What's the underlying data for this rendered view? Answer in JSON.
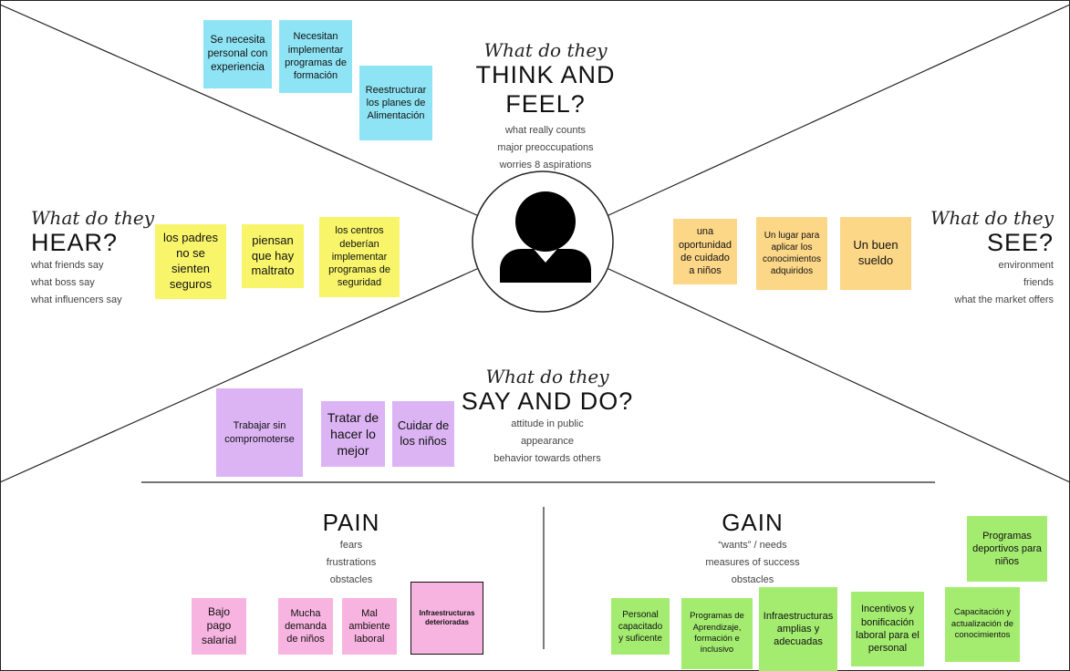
{
  "think_feel": {
    "script": "What do they",
    "title": "THINK AND FEEL?",
    "subs": [
      "what really counts",
      "major preoccupations",
      "worries 8 aspirations"
    ],
    "notes": [
      "Se necesita personal con experiencia",
      "Necesitan implementar programas de formación",
      "Reestructurar los planes de Alimentación"
    ]
  },
  "hear": {
    "script": "What do they",
    "title": "HEAR?",
    "subs": [
      "what friends say",
      "what boss say",
      "what influencers say"
    ],
    "notes": [
      "los padres no se sienten seguros",
      "piensan que hay maltrato",
      "los centros deberían implementar programas de seguridad"
    ]
  },
  "see": {
    "script": "What do they",
    "title": "SEE?",
    "subs": [
      "environment",
      "friends",
      "what the market offers"
    ],
    "notes": [
      "una oportunidad de cuidado a niños",
      "Un lugar para aplicar los conocimientos adquiridos",
      "Un buen sueldo"
    ]
  },
  "say_do": {
    "script": "What do they",
    "title": "SAY AND DO?",
    "subs": [
      "attitude in public",
      "appearance",
      "behavior towards others"
    ],
    "notes": [
      "Trabajar sin compromoterse",
      "Tratar de hacer lo mejor",
      "Cuidar de los niños"
    ]
  },
  "pain": {
    "title": "PAIN",
    "subs": [
      "fears",
      "frustrations",
      "obstacles"
    ],
    "notes": [
      "Bajo pago salarial",
      "Mucha demanda de niños",
      "Mal ambiente laboral",
      "Infraestructuras deterioradas"
    ]
  },
  "gain": {
    "title": "GAIN",
    "subs": [
      "“wants” / needs",
      "measures of success",
      "obstacles"
    ],
    "notes": [
      "Personal capacitado y suficente",
      "Programas de Aprendizaje, formación e inclusivo",
      "Infraestructuras amplias y adecuadas",
      "Incentivos y bonificación laboral para el personal",
      "Capacitación y actualización de conocimientos",
      "Programas deportivos para niños"
    ]
  },
  "center": {
    "icon": "person-icon"
  },
  "colors": {
    "blue": "#8ee4f4",
    "yellow": "#f8f56a",
    "orange": "#fcd788",
    "purple": "#dcb4f4",
    "pink": "#f8b4e0",
    "green": "#a4ec70"
  }
}
